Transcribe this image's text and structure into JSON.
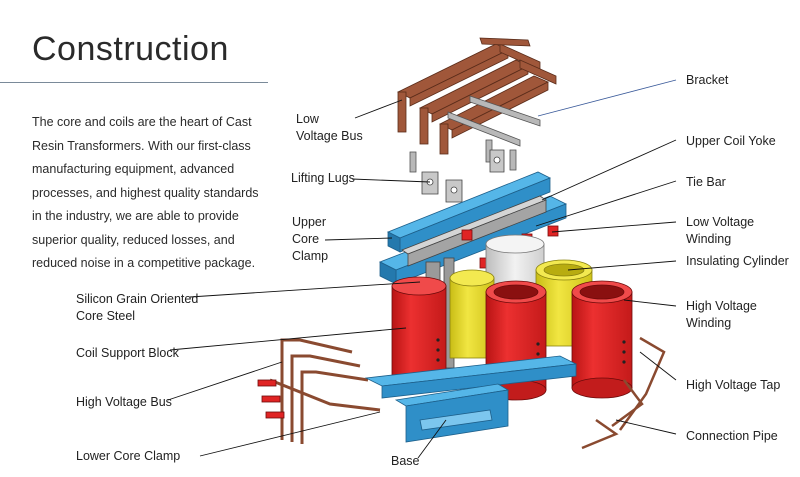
{
  "title": "Construction",
  "intro": "The core and coils are the heart of Cast Resin Transformers. With our first-class manufacturing equipment, advanced processes, and highest quality standards in the industry, we are able to provide superior quality, reduced losses, and reduced noise in a competitive package.",
  "labels": {
    "low_voltage_bus": "Low\nVoltage Bus",
    "lifting_lugs": "Lifting Lugs",
    "upper_core_clamp": "Upper\nCore\nClamp",
    "silicon_core_steel": "Silicon Grain Oriented\nCore Steel",
    "coil_support_block": "Coil Support Block",
    "high_voltage_bus": "High Voltage Bus",
    "lower_core_clamp": "Lower Core Clamp",
    "base": "Base",
    "bracket": "Bracket",
    "upper_coil_yoke": "Upper Coil Yoke",
    "tie_bar": "Tie Bar",
    "low_voltage_winding": "Low Voltage Winding",
    "insulating_cylinder": "Insulating Cylinder",
    "high_voltage_winding": "High Voltage\nWinding",
    "high_voltage_tap": "High Voltage Tap",
    "connection_pipe": "Connection Pipe"
  },
  "colors": {
    "clamp_blue": "#3a9fd8",
    "copper_bus": "#a0573a",
    "hv_coil_red": "#e02424",
    "lv_coil_yellow": "#e8dc2a",
    "core_grey": "#9a9a9a",
    "insulating_cylinder_grey": "#e6e6e6"
  }
}
